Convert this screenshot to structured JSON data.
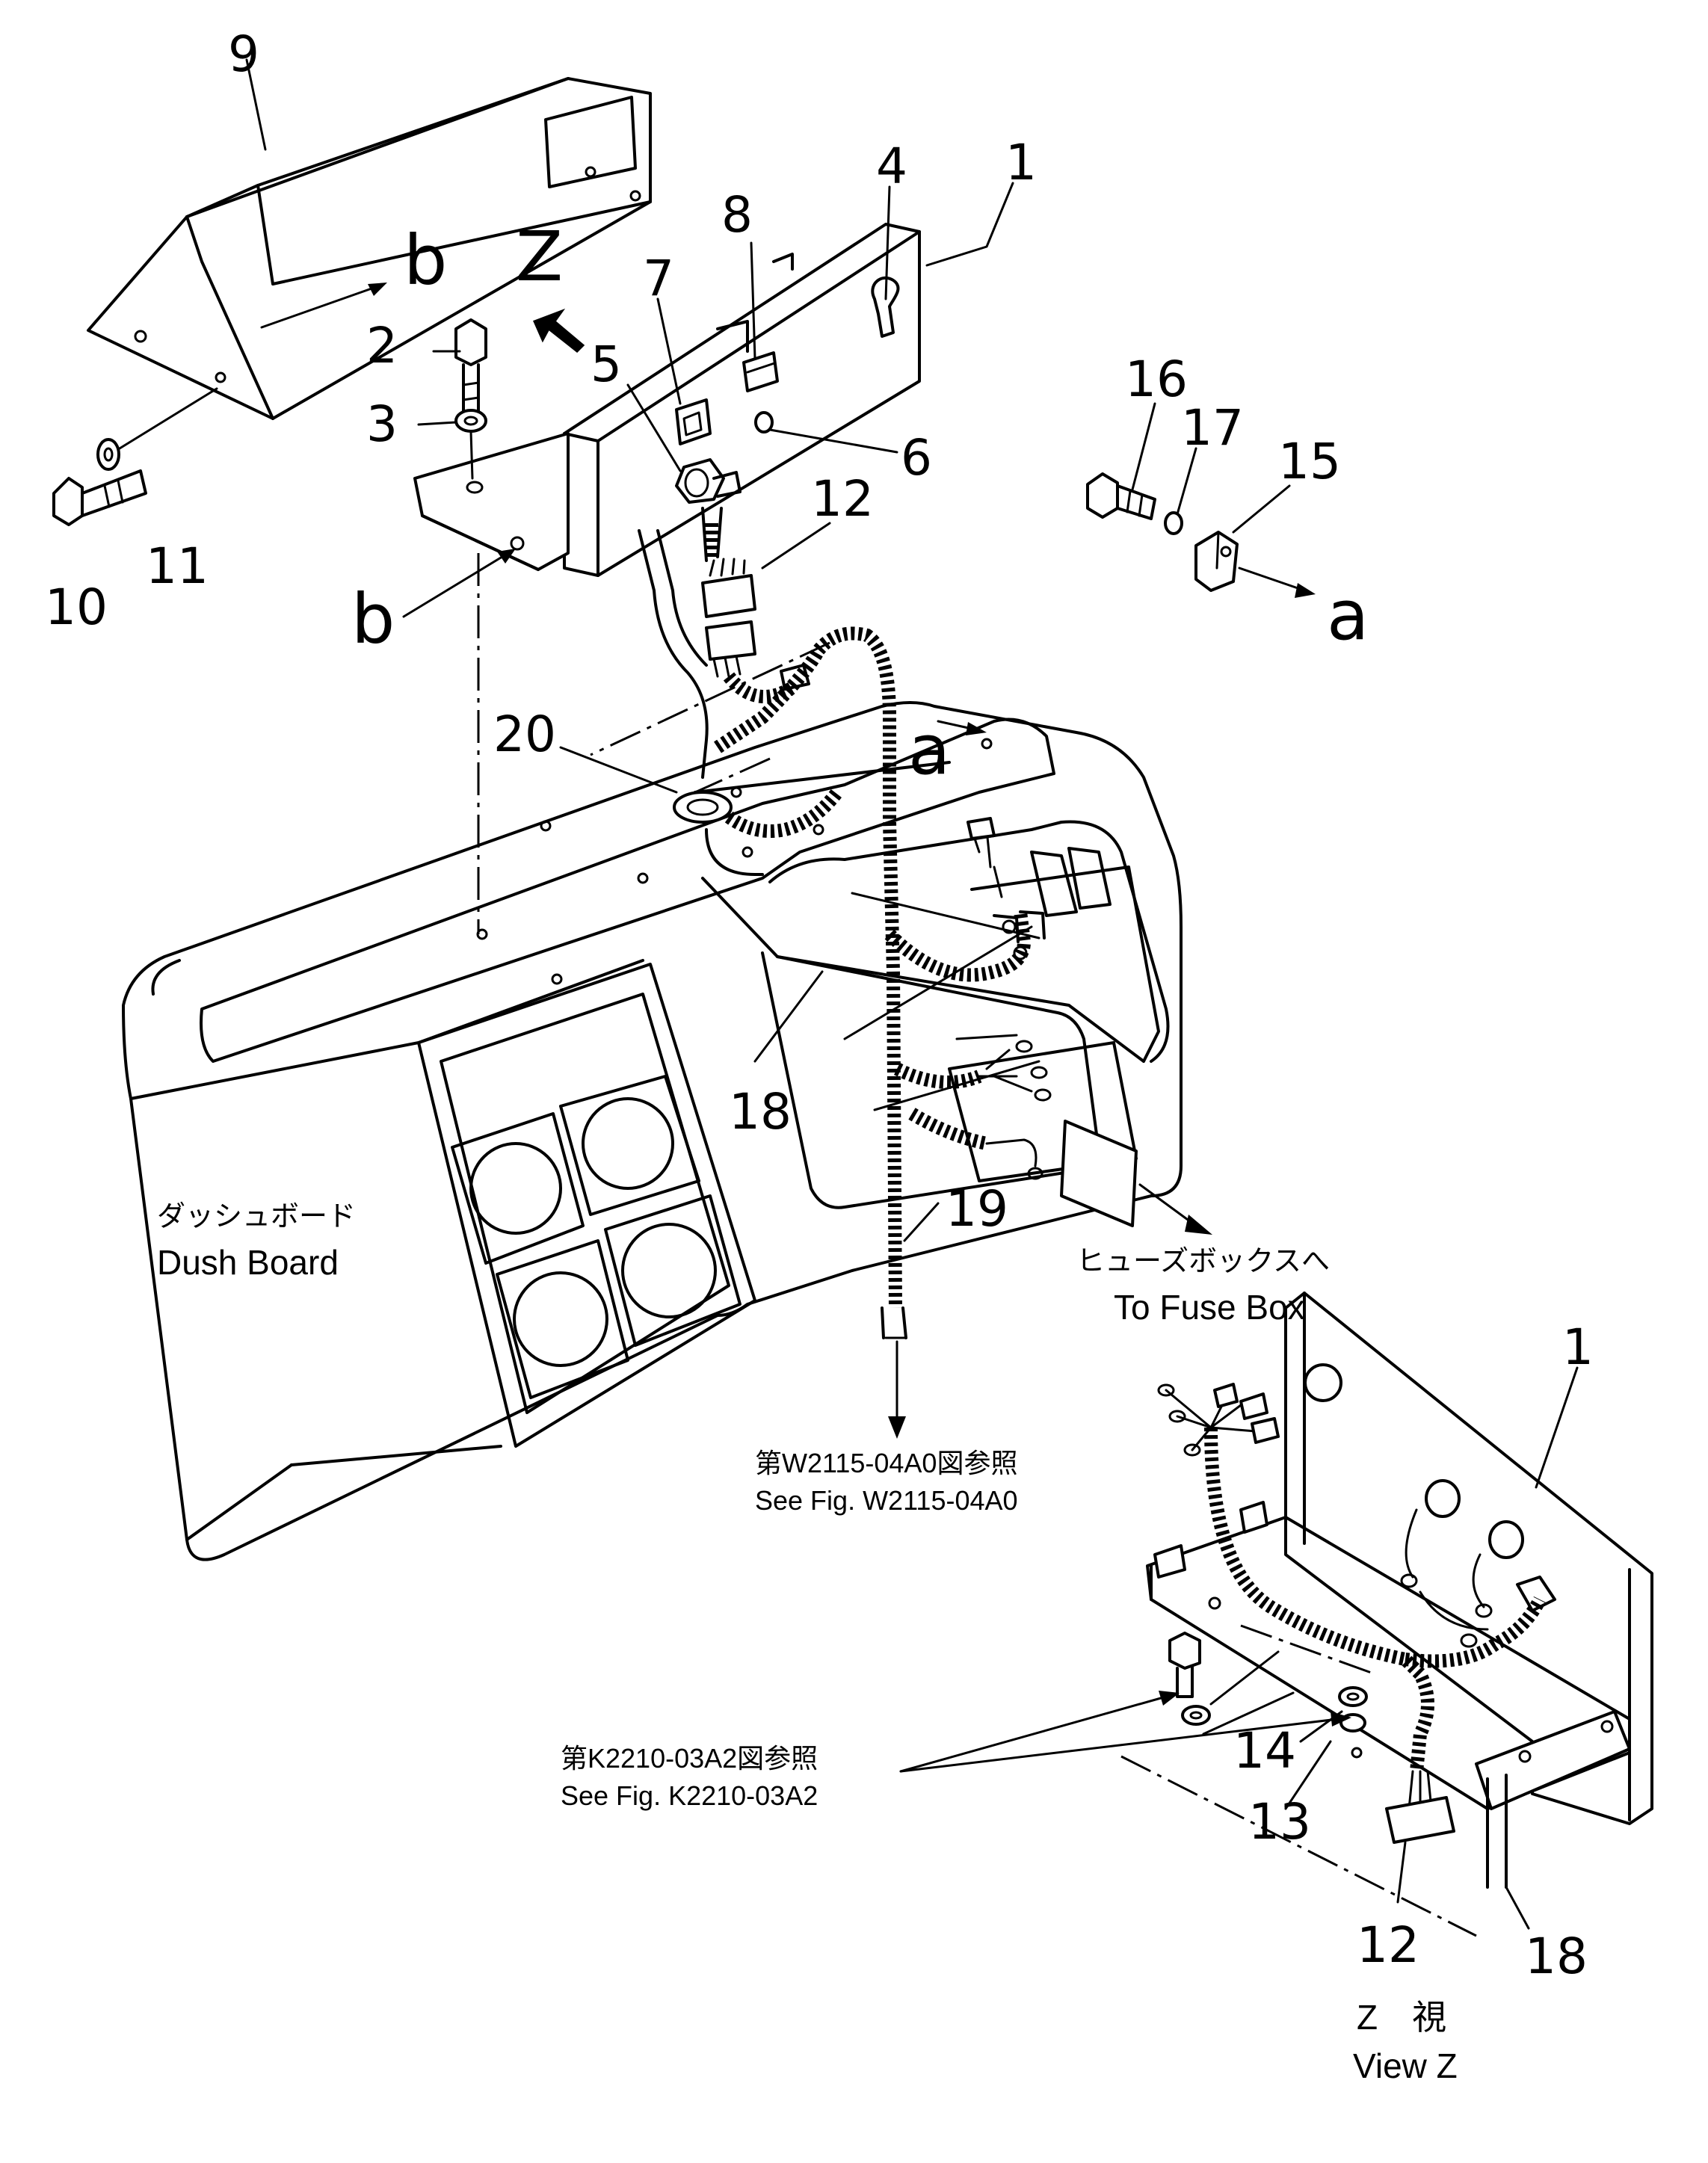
{
  "callouts": {
    "c1": "1",
    "c2": "2",
    "c3": "3",
    "c4": "4",
    "c5": "5",
    "c6": "6",
    "c7": "7",
    "c8": "8",
    "c9": "9",
    "c10": "10",
    "c11": "11",
    "c12": "12",
    "c15": "15",
    "c16": "16",
    "c17": "17",
    "c18": "18",
    "c19": "19",
    "c20": "20",
    "view_c1": "1",
    "view_c12": "12",
    "view_c13": "13",
    "view_c14": "14",
    "view_c18": "18"
  },
  "letters": {
    "b_top": "b",
    "b_left": "b",
    "z": "Z",
    "a_right": "a",
    "a_mid": "a"
  },
  "labels": {
    "dashboard_jp": "ダッシュボード",
    "dashboard_en": "Dush  Board",
    "fuse_jp": "ヒューズボックスへ",
    "fuse_en": "To Fuse Box",
    "see_w_jp": "第W2115-04A0図参照",
    "see_w_en": "See Fig. W2115-04A0",
    "see_k_jp": "第K2210-03A2図参照",
    "see_k_en": "See Fig. K2210-03A2",
    "view_jp": "Z　視",
    "view_en": "View  Z"
  }
}
